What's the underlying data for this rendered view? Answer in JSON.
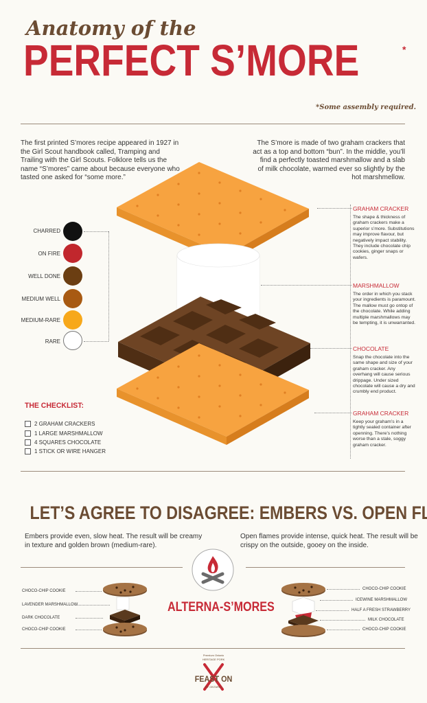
{
  "header": {
    "script_title": "Anatomy of the",
    "main_title": "PERFECT S’MORE",
    "asterisk": "*",
    "assembly_note": "*Some assembly required."
  },
  "intro": {
    "left": "The first printed S’mores recipe appeared in 1927 in the Girl Scout handbook called, Tramping and Trailing with the Girl Scouts. Folklore tells us the name “S’mores” came about because everyone who tasted one asked for “some more.”",
    "right": "The S’more is made of two graham crackers that act as a top and bottom “bun”. In the middle, you’ll find a perfectly toasted marshmallow and a slab of milk chocolate, warmed ever so slightly by the hot marshmellow."
  },
  "doneness": [
    {
      "label": "CHARRED",
      "color": "#111111"
    },
    {
      "label": "ON FIRE",
      "color": "#c1272d"
    },
    {
      "label": "WELL DONE",
      "color": "#6b3e12"
    },
    {
      "label": "MEDIUM WELL",
      "color": "#a85a12"
    },
    {
      "label": "MEDIUM-RARE",
      "color": "#f7a81b"
    },
    {
      "label": "RARE",
      "color": "#ffffff"
    }
  ],
  "callouts": [
    {
      "title": "GRAHAM CRACKER",
      "body": "The shape & thickness of graham crackers make a superior s’more. Substitutions may improve flavour, but negatively impact stability. They include chocolate chip cookies, ginger snaps or wafers."
    },
    {
      "title": "MARSHMALLOW",
      "body": "The order in which you stack your ingredients is paramount. The mallow must go ontop of the chocolate. While adding multiple marshmallows may be tempting, it is unwarranted."
    },
    {
      "title": "CHOCOLATE",
      "body": "Snap the chocolate into the same shape and size of your graham cracker. Any overhang will cause serious drippage. Under sized chocolate will cause a dry and crumbly end product."
    },
    {
      "title": "GRAHAM CRACKER",
      "body": "Keep your graham’s in a tightly sealed container after openning. There’s nothing worse than a stale, soggy graham cracker."
    }
  ],
  "checklist": {
    "title": "THE CHECKLIST:",
    "items": [
      "2  GRAHAM CRACKERS",
      "1  LARGE MARSHMALLOW",
      "4  SQUARES CHOCOLATE",
      "1  STICK OR WIRE HANGER"
    ]
  },
  "debate": {
    "title": "LET’S AGREE TO DISAGREE: EMBERS VS. OPEN FLAMES",
    "embers": "Embers provide even, slow heat. The result will be creamy in texture and golden brown (medium-rare).",
    "flames": "Open flames provide intense, quick heat. The result will be crispy on the outside, gooey on the inside."
  },
  "alterna": {
    "title": "ALTERNA-S’MORES",
    "left": [
      "CHOCO-CHIP COOKIE",
      "LAVENDER MARSHMALLOW",
      "DARK CHOCOLATE",
      "CHOCO-CHIP COOKIE"
    ],
    "right": [
      "CHOCO-CHIP COOKIE",
      "ICEWINE MARSHMALLOW",
      "HALF A FRESH STRAWBERRY",
      "MILK CHOCOLATE",
      "CHOCO-CHIP COOKIE"
    ]
  },
  "logo": {
    "top": "Premium Ontario",
    "sub": "HERITAGE PORK",
    "name": "FEAST ON",
    "bottom": "BY ONTARIO"
  }
}
